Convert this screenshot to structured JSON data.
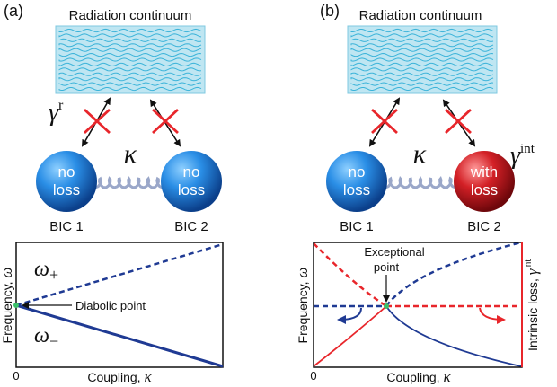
{
  "panel_a": {
    "tag": "(a)",
    "continuum_label": "Radiation continuum",
    "gamma_symbol": "γ",
    "gamma_superscript": "r",
    "kappa_symbol": "κ",
    "sphere_left_line1": "no",
    "sphere_left_line2": "loss",
    "sphere_right_line1": "no",
    "sphere_right_line2": "loss",
    "bic_left": "BIC 1",
    "bic_right": "BIC 2",
    "plot": {
      "y_label_text": "Frequency, ",
      "y_label_symbol": "ω",
      "x_label_text": "Coupling, ",
      "x_label_symbol": "κ",
      "origin_label": "0",
      "upper_branch": "ω",
      "upper_sub": "+",
      "lower_branch": "ω",
      "lower_sub": "−",
      "annotation": "Diabolic point"
    }
  },
  "panel_b": {
    "tag": "(b)",
    "continuum_label": "Radiation continuum",
    "gamma_symbol": "γ",
    "gamma_superscript": "int",
    "kappa_symbol": "κ",
    "sphere_left_line1": "no",
    "sphere_left_line2": "loss",
    "sphere_right_line1": "with",
    "sphere_right_line2": "loss",
    "bic_left": "BIC 1",
    "bic_right": "BIC 2",
    "plot": {
      "y_label_text": "Frequency, ",
      "y_label_symbol": "ω",
      "y2_label_text": "Intrinsic loss, ",
      "y2_label_symbol": "γ",
      "y2_label_sup": "int",
      "x_label_text": "Coupling, ",
      "x_label_symbol": "κ",
      "origin_label": "0",
      "annotation_line1": "Exceptional",
      "annotation_line2": "point"
    }
  },
  "colors": {
    "blue_line": "#1f3a93",
    "red_line": "#e8262b",
    "continuum_fill": "#bfe6f2",
    "wave": "#3bb3d9",
    "sphere_blue": "#1f7fd6",
    "sphere_red": "#c4161c",
    "spring": "#9aa7c9",
    "cross": "#e8262b",
    "green_point": "#3cc06a"
  }
}
